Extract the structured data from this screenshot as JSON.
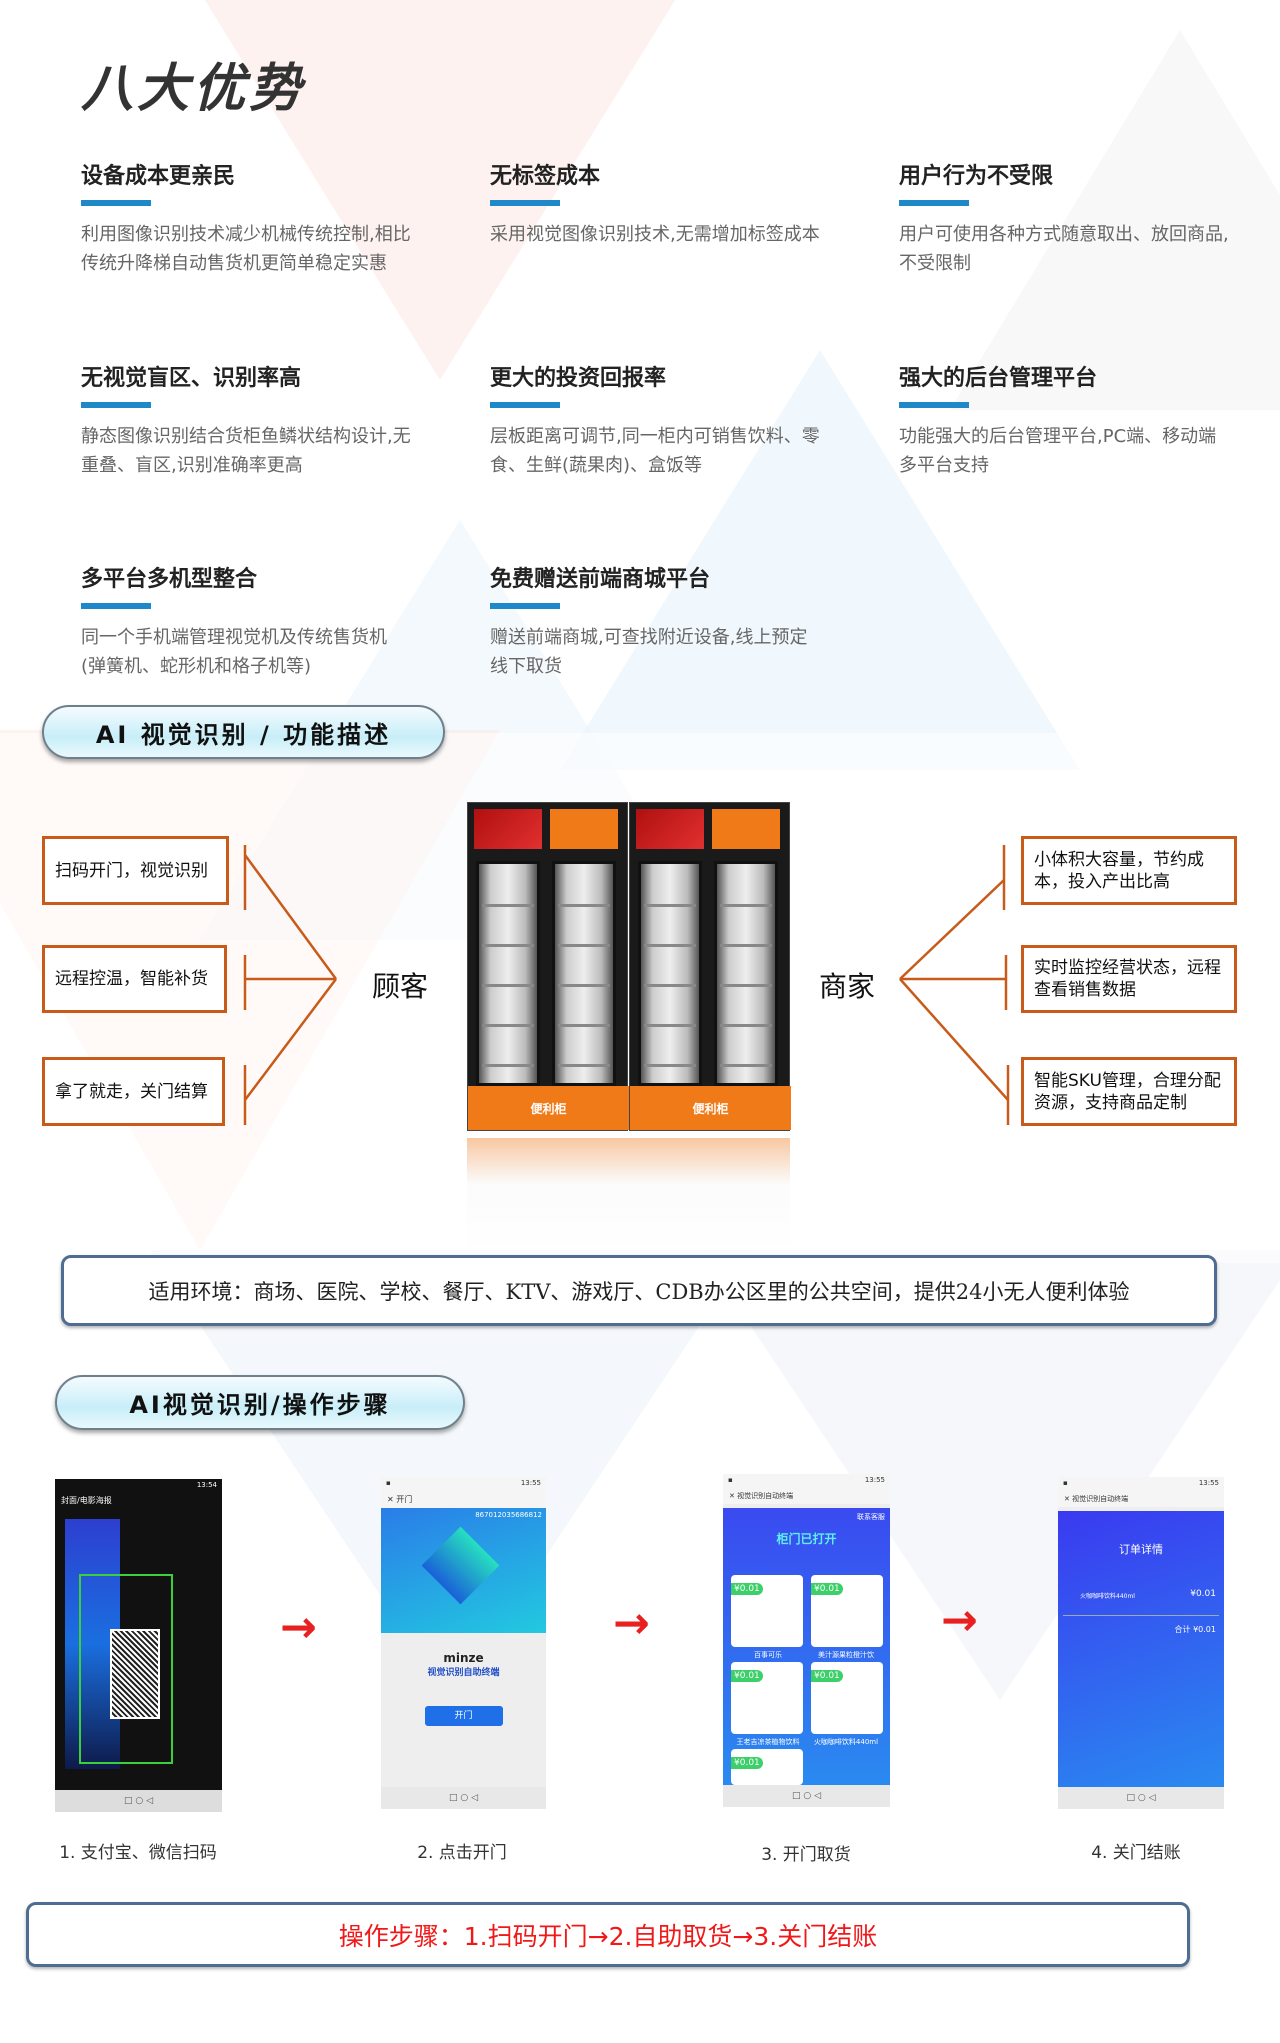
{
  "header": {
    "title": "八大优势"
  },
  "features": [
    {
      "title": "设备成本更亲民",
      "desc": "利用图像识别技术减少机械传统控制,相比传统升降梯自动售货机更简单稳定实惠"
    },
    {
      "title": "无标签成本",
      "desc": "采用视觉图像识别技术,无需增加标签成本"
    },
    {
      "title": "用户行为不受限",
      "desc": "用户可使用各种方式随意取出、放回商品,不受限制"
    },
    {
      "title": "无视觉盲区、识别率高",
      "desc": "静态图像识别结合货柜鱼鳞状结构设计,无重叠、盲区,识别准确率更高"
    },
    {
      "title": "更大的投资回报率",
      "desc": "层板距离可调节,同一柜内可销售饮料、零食、生鲜(蔬果肉)、盒饭等"
    },
    {
      "title": "强大的后台管理平台",
      "desc": "功能强大的后台管理平台,PC端、移动端多平台支持"
    },
    {
      "title": "多平台多机型整合",
      "desc": "同一个手机端管理视觉机及传统售货机(弹簧机、蛇形机和格子机等)"
    },
    {
      "title": "免费赠送前端商城平台",
      "desc": "赠送前端商城,可查找附近设备,线上预定线下取货"
    }
  ],
  "section1": {
    "pill": "AI 视觉识别 / 功能描述",
    "customer_label": "顾客",
    "merchant_label": "商家",
    "customer_items": [
      "扫码开门，视觉识别",
      "远程控温，智能补货",
      "拿了就走，关门结算"
    ],
    "merchant_items": [
      "小体积大容量，节约成本，投入产出比高",
      "实时监控经营状态，远程查看销售数据",
      "智能SKU管理，合理分配资源，支持商品定制"
    ],
    "fridge_brand": "便利柜",
    "environment": "适用环境：商场、医院、学校、餐厅、KTV、游戏厅、CDB办公区里的公共空间，提供24小无人便利体验"
  },
  "section2": {
    "pill": "AI视觉识别/操作步骤",
    "steps": [
      {
        "caption": "1. 支付宝、微信扫码"
      },
      {
        "caption": "2. 点击开门"
      },
      {
        "caption": "3. 开门取货"
      },
      {
        "caption": "4. 关门结账"
      }
    ],
    "arrow": "→",
    "summary": "操作步骤：1.扫码开门→2.自助取货→3.关门结账"
  },
  "phones": {
    "status_time1": "13:54",
    "status_time": "13:55",
    "p1_title": "封面/电影海报",
    "p2_title": "开门",
    "p2_id": "867012035686812",
    "p2_brand": "minze",
    "p2_app": "视觉识别自助终端",
    "p2_button": "开门",
    "p3_title": "视觉识别自动终端",
    "p3_service": "联系客服",
    "p3_heading": "柜门已打开",
    "p3_price": "¥0.01",
    "p3_products": [
      "百事可乐",
      "美汁源果粒橙汁饮",
      "王老吉凉茶植物饮料",
      "火咖咖啡饮料440ml"
    ],
    "p4_title": "视觉识别自动终端",
    "p4_heading": "订单详情",
    "p4_item": "火咖咖啡饮料440ml",
    "p4_price": "¥0.01",
    "p4_total": "合计 ¥0.01"
  },
  "colors": {
    "accent_blue": "#1e88c8",
    "orange": "#c85a1a",
    "red": "#f01818",
    "border_blue": "#4f6d93"
  }
}
